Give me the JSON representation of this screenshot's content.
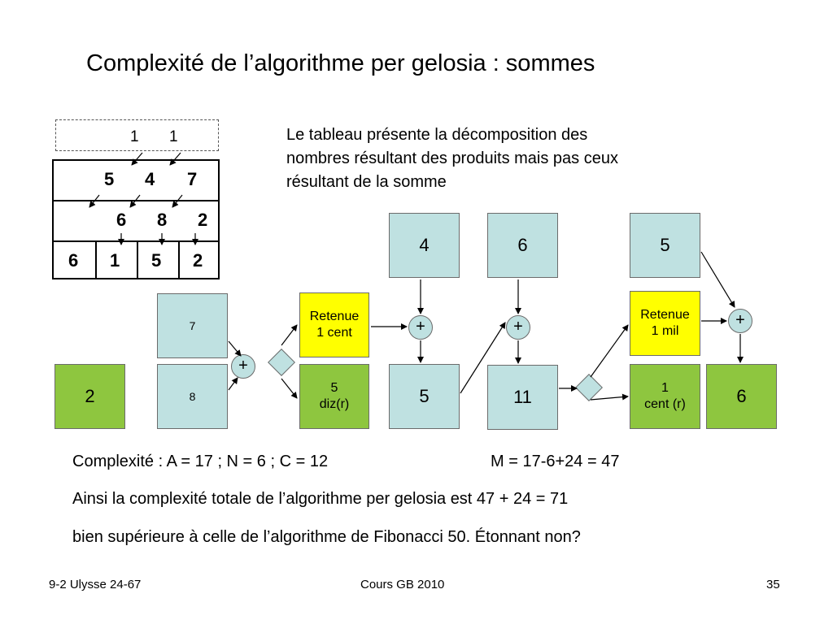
{
  "title": "Complexité de l’algorithme per gelosia : sommes",
  "description": {
    "line1": "Le tableau présente la décomposition des",
    "line2": "nombres résultant des produits mais pas ceux",
    "line3": "résultant de la somme"
  },
  "gelosia": {
    "carries": [
      "1",
      "1"
    ],
    "row1": [
      "5",
      "4",
      "7"
    ],
    "row2": [
      "6",
      "8",
      "2"
    ],
    "row3": [
      "6",
      "1",
      "5",
      "2"
    ]
  },
  "diagram": {
    "box7": "7",
    "box8": "8",
    "box2": "2",
    "plus": "+",
    "retenue_cent": [
      "Retenue",
      "1 cent"
    ],
    "diz": [
      "5",
      "diz(r)"
    ],
    "top4": "4",
    "top6": "6",
    "top5": "5",
    "res5": "5",
    "res11": "11",
    "retenue_mil": [
      "Retenue",
      "1 mil"
    ],
    "cent": [
      "1",
      "cent (r)"
    ],
    "res6": "6"
  },
  "text": {
    "complexity": "Complexité : A = 17 ; N = 6 ; C = 12",
    "m": "M = 17-6+24 = 47",
    "line_total": "Ainsi la complexité totale de l’algorithme per gelosia est  47 + 24 =  71",
    "line_fib": "bien supérieure à celle de l’algorithme de Fibonacci 50.   Étonnant non?"
  },
  "footer": {
    "left": "9-2 Ulysse 24-67",
    "center": "Cours GB 2010",
    "right": "35"
  }
}
